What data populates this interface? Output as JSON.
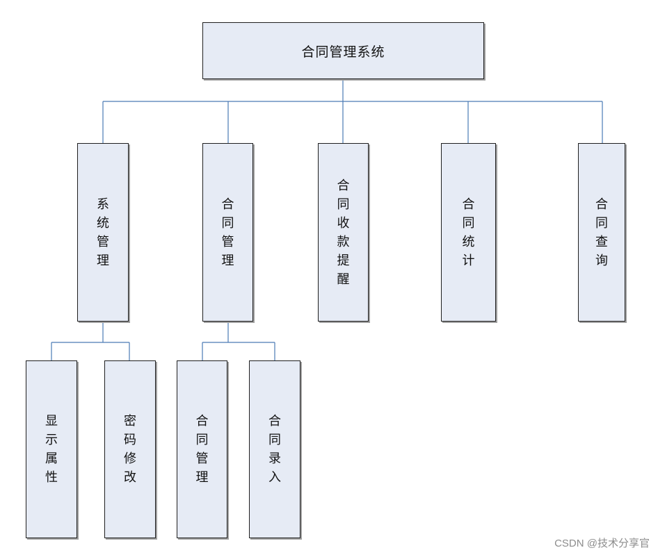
{
  "diagram": {
    "root": {
      "label": "合同管理系统"
    },
    "modules": [
      {
        "label": "系统管理"
      },
      {
        "label": "合同管理"
      },
      {
        "label": "合同收款提醒"
      },
      {
        "label": "合同统计"
      },
      {
        "label": "合同查询"
      }
    ],
    "submodules": [
      {
        "label": "显示属性",
        "parent": "系统管理"
      },
      {
        "label": "密码修改",
        "parent": "系统管理"
      },
      {
        "label": "合同管理",
        "parent": "合同管理"
      },
      {
        "label": "合同录入",
        "parent": "合同管理"
      }
    ],
    "colors": {
      "node_fill": "#e6ebf5",
      "node_border": "#1e1e1e",
      "connector": "#4a7ab5",
      "watermark": "#8c8c8c"
    }
  },
  "watermark": {
    "text": "CSDN @技术分享官"
  }
}
